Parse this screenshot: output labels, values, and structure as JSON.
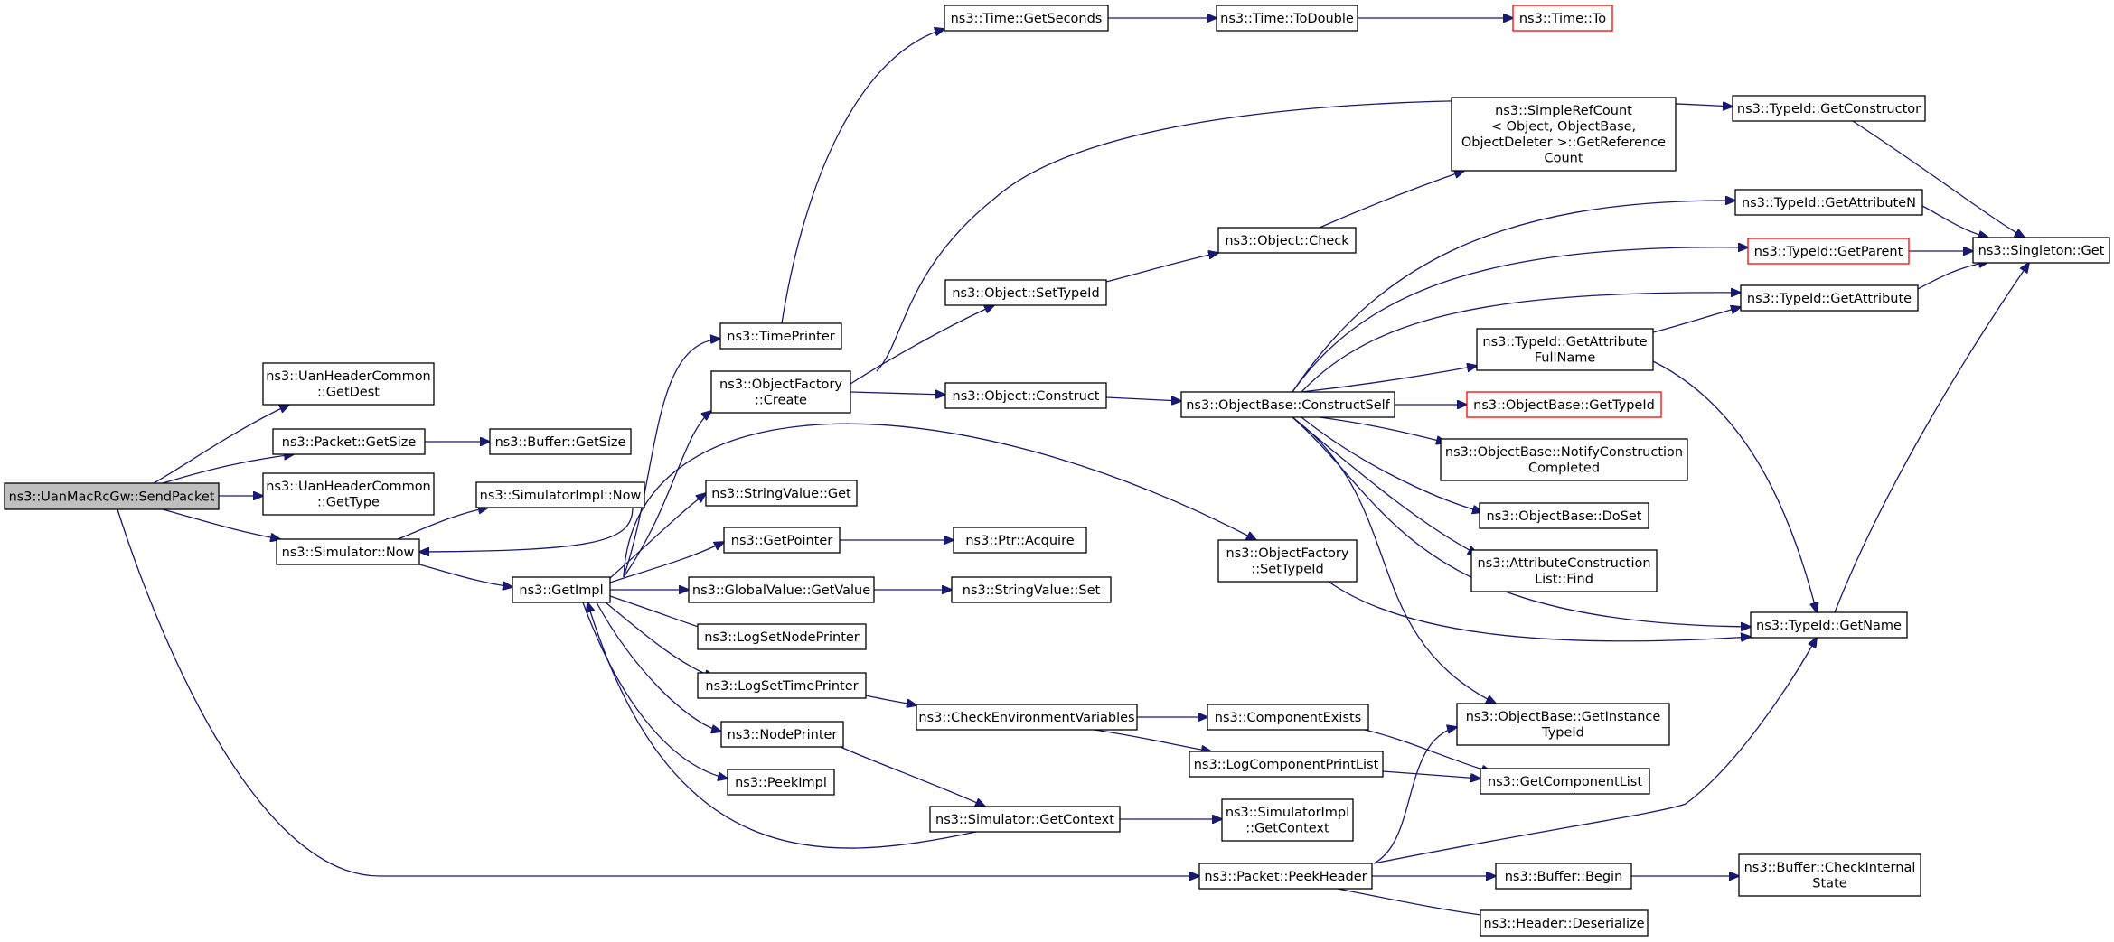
{
  "colors": {
    "edge": "#191970",
    "node_border": "#000000",
    "node_border_truncated": "#ff0000",
    "node_fill": "#ffffff",
    "root_fill": "#bfbfbf",
    "text": "#000000"
  },
  "nodes": [
    {
      "id": "root",
      "lines": [
        "ns3::UanMacRcGw::SendPacket"
      ],
      "root": true
    },
    {
      "id": "getdest",
      "lines": [
        "ns3::UanHeaderCommon",
        "::GetDest"
      ]
    },
    {
      "id": "getsize",
      "lines": [
        "ns3::Packet::GetSize"
      ]
    },
    {
      "id": "buf_getsize",
      "lines": [
        "ns3::Buffer::GetSize"
      ]
    },
    {
      "id": "gettype",
      "lines": [
        "ns3::UanHeaderCommon",
        "::GetType"
      ]
    },
    {
      "id": "simimpl_now",
      "lines": [
        "ns3::SimulatorImpl::Now"
      ]
    },
    {
      "id": "sim_now",
      "lines": [
        "ns3::Simulator::Now"
      ]
    },
    {
      "id": "getimpl",
      "lines": [
        "ns3::GetImpl"
      ]
    },
    {
      "id": "timeprinter",
      "lines": [
        "ns3::TimePrinter"
      ]
    },
    {
      "id": "objfactory_create",
      "lines": [
        "ns3::ObjectFactory",
        "::Create"
      ]
    },
    {
      "id": "stringvalue_get",
      "lines": [
        "ns3::StringValue::Get"
      ]
    },
    {
      "id": "getpointer",
      "lines": [
        "ns3::GetPointer"
      ]
    },
    {
      "id": "ptr_acquire",
      "lines": [
        "ns3::Ptr::Acquire"
      ]
    },
    {
      "id": "globalvalue_getvalue",
      "lines": [
        "ns3::GlobalValue::GetValue"
      ]
    },
    {
      "id": "stringvalue_set",
      "lines": [
        "ns3::StringValue::Set"
      ]
    },
    {
      "id": "logsetnodeprinter",
      "lines": [
        "ns3::LogSetNodePrinter"
      ]
    },
    {
      "id": "logsettimeprinter",
      "lines": [
        "ns3::LogSetTimePrinter"
      ]
    },
    {
      "id": "checkenv",
      "lines": [
        "ns3::CheckEnvironmentVariables"
      ]
    },
    {
      "id": "nodeprinter",
      "lines": [
        "ns3::NodePrinter"
      ]
    },
    {
      "id": "peekimpl",
      "lines": [
        "ns3::PeekImpl"
      ]
    },
    {
      "id": "sim_getcontext",
      "lines": [
        "ns3::Simulator::GetContext"
      ]
    },
    {
      "id": "time_getseconds",
      "lines": [
        "ns3::Time::GetSeconds"
      ]
    },
    {
      "id": "time_todouble",
      "lines": [
        "ns3::Time::ToDouble"
      ]
    },
    {
      "id": "time_to",
      "lines": [
        "ns3::Time::To"
      ],
      "truncated": true
    },
    {
      "id": "obj_settypeid",
      "lines": [
        "ns3::Object::SetTypeId"
      ]
    },
    {
      "id": "obj_construct",
      "lines": [
        "ns3::Object::Construct"
      ]
    },
    {
      "id": "objfactory_settypeid",
      "lines": [
        "ns3::ObjectFactory",
        "::SetTypeId"
      ]
    },
    {
      "id": "obj_check",
      "lines": [
        "ns3::Object::Check"
      ]
    },
    {
      "id": "simplerefcount",
      "lines": [
        "ns3::SimpleRefCount",
        "< Object, ObjectBase,",
        "ObjectDeleter >::GetReference",
        "Count"
      ]
    },
    {
      "id": "constructself",
      "lines": [
        "ns3::ObjectBase::ConstructSelf"
      ]
    },
    {
      "id": "componentexists",
      "lines": [
        "ns3::ComponentExists"
      ]
    },
    {
      "id": "logcomponentprintlist",
      "lines": [
        "ns3::LogComponentPrintList"
      ]
    },
    {
      "id": "simimpl_getcontext",
      "lines": [
        "ns3::SimulatorImpl",
        "::GetContext"
      ]
    },
    {
      "id": "peekheader",
      "lines": [
        "ns3::Packet::PeekHeader"
      ]
    },
    {
      "id": "typeid_getconstructor",
      "lines": [
        "ns3::TypeId::GetConstructor"
      ]
    },
    {
      "id": "typeid_getattributen",
      "lines": [
        "ns3::TypeId::GetAttributeN"
      ]
    },
    {
      "id": "typeid_getparent",
      "lines": [
        "ns3::TypeId::GetParent"
      ],
      "truncated": true
    },
    {
      "id": "typeid_getattribute",
      "lines": [
        "ns3::TypeId::GetAttribute"
      ]
    },
    {
      "id": "typeid_getattributefullname",
      "lines": [
        "ns3::TypeId::GetAttribute",
        "FullName"
      ]
    },
    {
      "id": "objbase_gettypeid",
      "lines": [
        "ns3::ObjectBase::GetTypeId"
      ],
      "truncated": true
    },
    {
      "id": "objbase_notify",
      "lines": [
        "ns3::ObjectBase::NotifyConstruction",
        "Completed"
      ]
    },
    {
      "id": "objbase_doset",
      "lines": [
        "ns3::ObjectBase::DoSet"
      ]
    },
    {
      "id": "attrconstructionlist_find",
      "lines": [
        "ns3::AttributeConstruction",
        "List::Find"
      ]
    },
    {
      "id": "typeid_getname",
      "lines": [
        "ns3::TypeId::GetName"
      ]
    },
    {
      "id": "objbase_getinstancetypeid",
      "lines": [
        "ns3::ObjectBase::GetInstance",
        "TypeId"
      ]
    },
    {
      "id": "getcomponentlist",
      "lines": [
        "ns3::GetComponentList"
      ]
    },
    {
      "id": "buffer_begin",
      "lines": [
        "ns3::Buffer::Begin"
      ]
    },
    {
      "id": "header_deserialize",
      "lines": [
        "ns3::Header::Deserialize"
      ]
    },
    {
      "id": "buffer_checkinternalstate",
      "lines": [
        "ns3::Buffer::CheckInternal",
        "State"
      ]
    },
    {
      "id": "singleton_get",
      "lines": [
        "ns3::Singleton::Get"
      ]
    }
  ]
}
